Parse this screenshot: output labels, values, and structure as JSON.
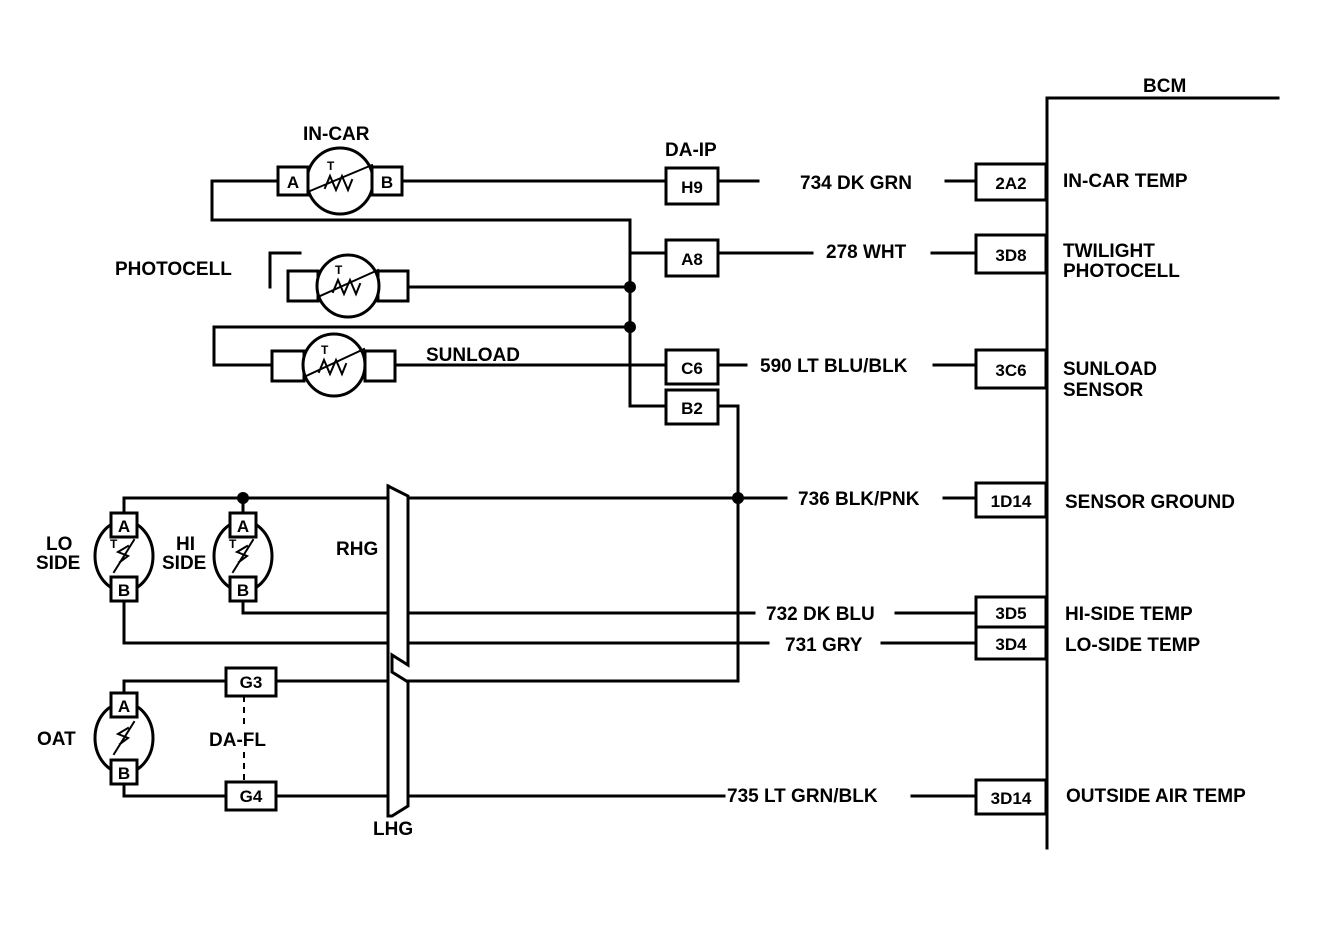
{
  "bcm_label": "BCM",
  "sensors": {
    "in_car": "IN-CAR",
    "photocell": "PHOTOCELL",
    "sunload": "SUNLOAD",
    "lo_side_1": "LO",
    "lo_side_2": "SIDE",
    "hi_side_1": "HI",
    "hi_side_2": "SIDE",
    "oat": "OAT"
  },
  "connector_labels": {
    "da_ip": "DA-IP",
    "da_fl": "DA-FL",
    "rhg": "RHG",
    "lhg": "LHG"
  },
  "pins": {
    "in_car_a": "A",
    "in_car_b": "B",
    "lo_a": "A",
    "lo_b": "B",
    "hi_a": "A",
    "hi_b": "B",
    "oat_a": "A",
    "oat_b": "B",
    "h9": "H9",
    "a8": "A8",
    "c6": "C6",
    "b2": "B2",
    "g3": "G3",
    "g4": "G4"
  },
  "thermistor_mark": "T",
  "circuits": [
    {
      "wire": "734 DK GRN",
      "bcm_pin": "2A2",
      "function": [
        "IN-CAR TEMP"
      ]
    },
    {
      "wire": "278 WHT",
      "bcm_pin": "3D8",
      "function": [
        "TWILIGHT",
        "PHOTOCELL"
      ]
    },
    {
      "wire": "590 LT BLU/BLK",
      "bcm_pin": "3C6",
      "function": [
        "SUNLOAD",
        "SENSOR"
      ]
    },
    {
      "wire": "736 BLK/PNK",
      "bcm_pin": "1D14",
      "function": [
        "SENSOR GROUND"
      ]
    },
    {
      "wire": "732 DK BLU",
      "bcm_pin": "3D5",
      "function": [
        "HI-SIDE TEMP"
      ]
    },
    {
      "wire": "731 GRY",
      "bcm_pin": "3D4",
      "function": [
        "LO-SIDE TEMP"
      ]
    },
    {
      "wire": "735 LT GRN/BLK",
      "bcm_pin": "3D14",
      "function": [
        "OUTSIDE AIR TEMP"
      ]
    }
  ]
}
